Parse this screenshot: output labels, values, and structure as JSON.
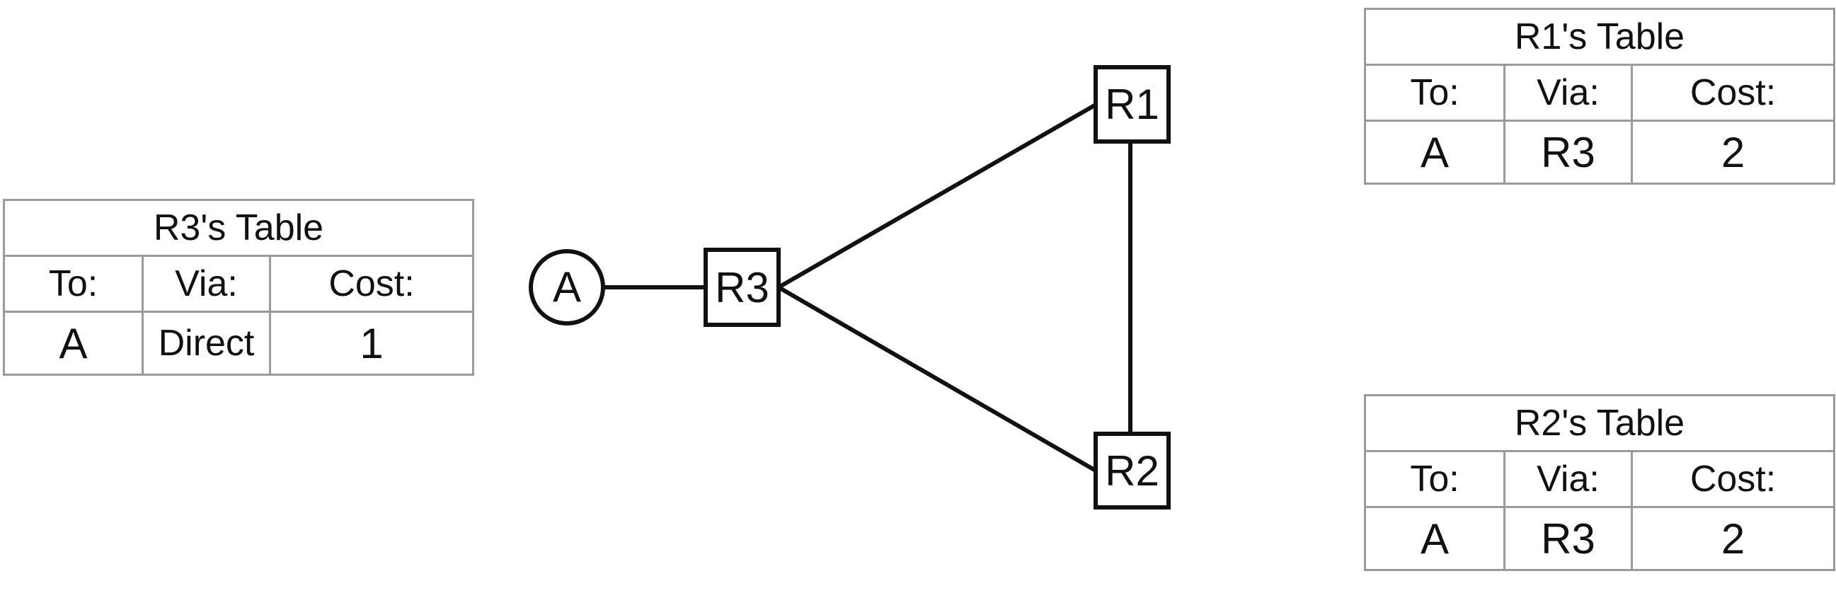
{
  "nodes": {
    "host": "A",
    "r3": "R3",
    "r1": "R1",
    "r2": "R2"
  },
  "tables": {
    "r3": {
      "title": "R3's Table",
      "headers": [
        "To:",
        "Via:",
        "Cost:"
      ],
      "row": [
        "A",
        "Direct",
        "1"
      ]
    },
    "r1": {
      "title": "R1's Table",
      "headers": [
        "To:",
        "Via:",
        "Cost:"
      ],
      "row": [
        "A",
        "R3",
        "2"
      ]
    },
    "r2": {
      "title": "R2's Table",
      "headers": [
        "To:",
        "Via:",
        "Cost:"
      ],
      "row": [
        "A",
        "R3",
        "2"
      ]
    }
  }
}
